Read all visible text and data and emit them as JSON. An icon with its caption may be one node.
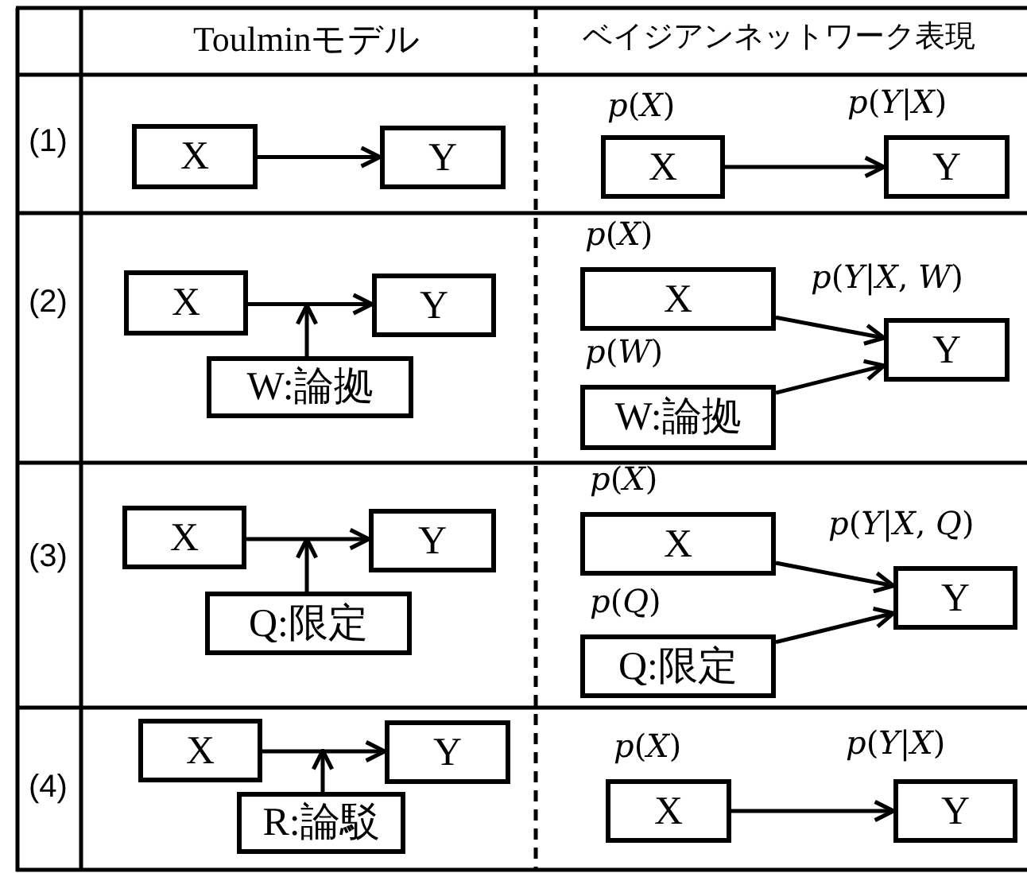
{
  "diagram": {
    "nodes": [
      {
        "text": [
          "X"
        ]
      },
      {
        "text": [
          "Y"
        ]
      },
      {
        "text": [
          "X"
        ],
        "beside": [
          "*p*(*X*)"
        ]
      },
      {
        "text": [
          "Y"
        ],
        "beside": [
          "*p*(*Y*|*X*)"
        ]
      },
      {
        "text": [
          "X"
        ]
      },
      {
        "text": [
          "Y"
        ]
      },
      {
        "text": [
          "W:論拠"
        ]
      },
      {
        "text": [
          "X"
        ],
        "beside": [
          "*p*(*X*)"
        ]
      },
      {
        "text": [
          "W:論拠"
        ],
        "beside": [
          "*p*(*W*)"
        ]
      },
      {
        "text": [
          "Y"
        ],
        "beside": [
          "*p*(*Y*|*X*, *W*)"
        ]
      },
      {
        "text": [
          "X"
        ]
      },
      {
        "text": [
          "Y"
        ]
      },
      {
        "text": [
          "Q:限定"
        ]
      },
      {
        "text": [
          "X"
        ],
        "beside": [
          "*p*(*X*)"
        ]
      },
      {
        "text": [
          "Q:限定"
        ],
        "beside": [
          "*p*(*Q*)"
        ]
      },
      {
        "text": [
          "Y"
        ],
        "beside": [
          "*p*(*Y*|*X*, *Q*)"
        ]
      },
      {
        "text": [
          "X"
        ]
      },
      {
        "text": [
          "Y"
        ]
      },
      {
        "text": [
          "R:論駁"
        ]
      },
      {
        "text": [
          "X"
        ],
        "beside": [
          "*p*(*X*)"
        ]
      },
      {
        "text": [
          "Y"
        ],
        "beside": [
          "*p*(*Y*|*X*)"
        ]
      }
    ],
    "edges": [
      {
        "from": 0,
        "to": 1,
        "arrow": "to"
      },
      {
        "from": 2,
        "to": 3,
        "arrow": "to"
      },
      {
        "from": 4,
        "to": 5,
        "arrow": "to"
      },
      {
        "from": 6,
        "to": null,
        "arrow": "to"
      },
      {
        "from": 7,
        "to": 9,
        "arrow": "to"
      },
      {
        "from": 8,
        "to": 9,
        "arrow": "to"
      },
      {
        "from": 10,
        "to": 11,
        "arrow": "to"
      },
      {
        "from": 12,
        "to": null,
        "arrow": "to"
      },
      {
        "from": 13,
        "to": 15,
        "arrow": "to"
      },
      {
        "from": 14,
        "to": 15,
        "arrow": "to"
      },
      {
        "from": 16,
        "to": 17,
        "arrow": "to"
      },
      {
        "from": 18,
        "to": null,
        "arrow": "to"
      },
      {
        "from": 19,
        "to": 20,
        "arrow": "to"
      }
    ],
    "labels": [
      "Toulminモデル",
      "ベイジアンネットワーク表現",
      "(1)",
      "(2)",
      "(3)",
      "(4)"
    ]
  }
}
